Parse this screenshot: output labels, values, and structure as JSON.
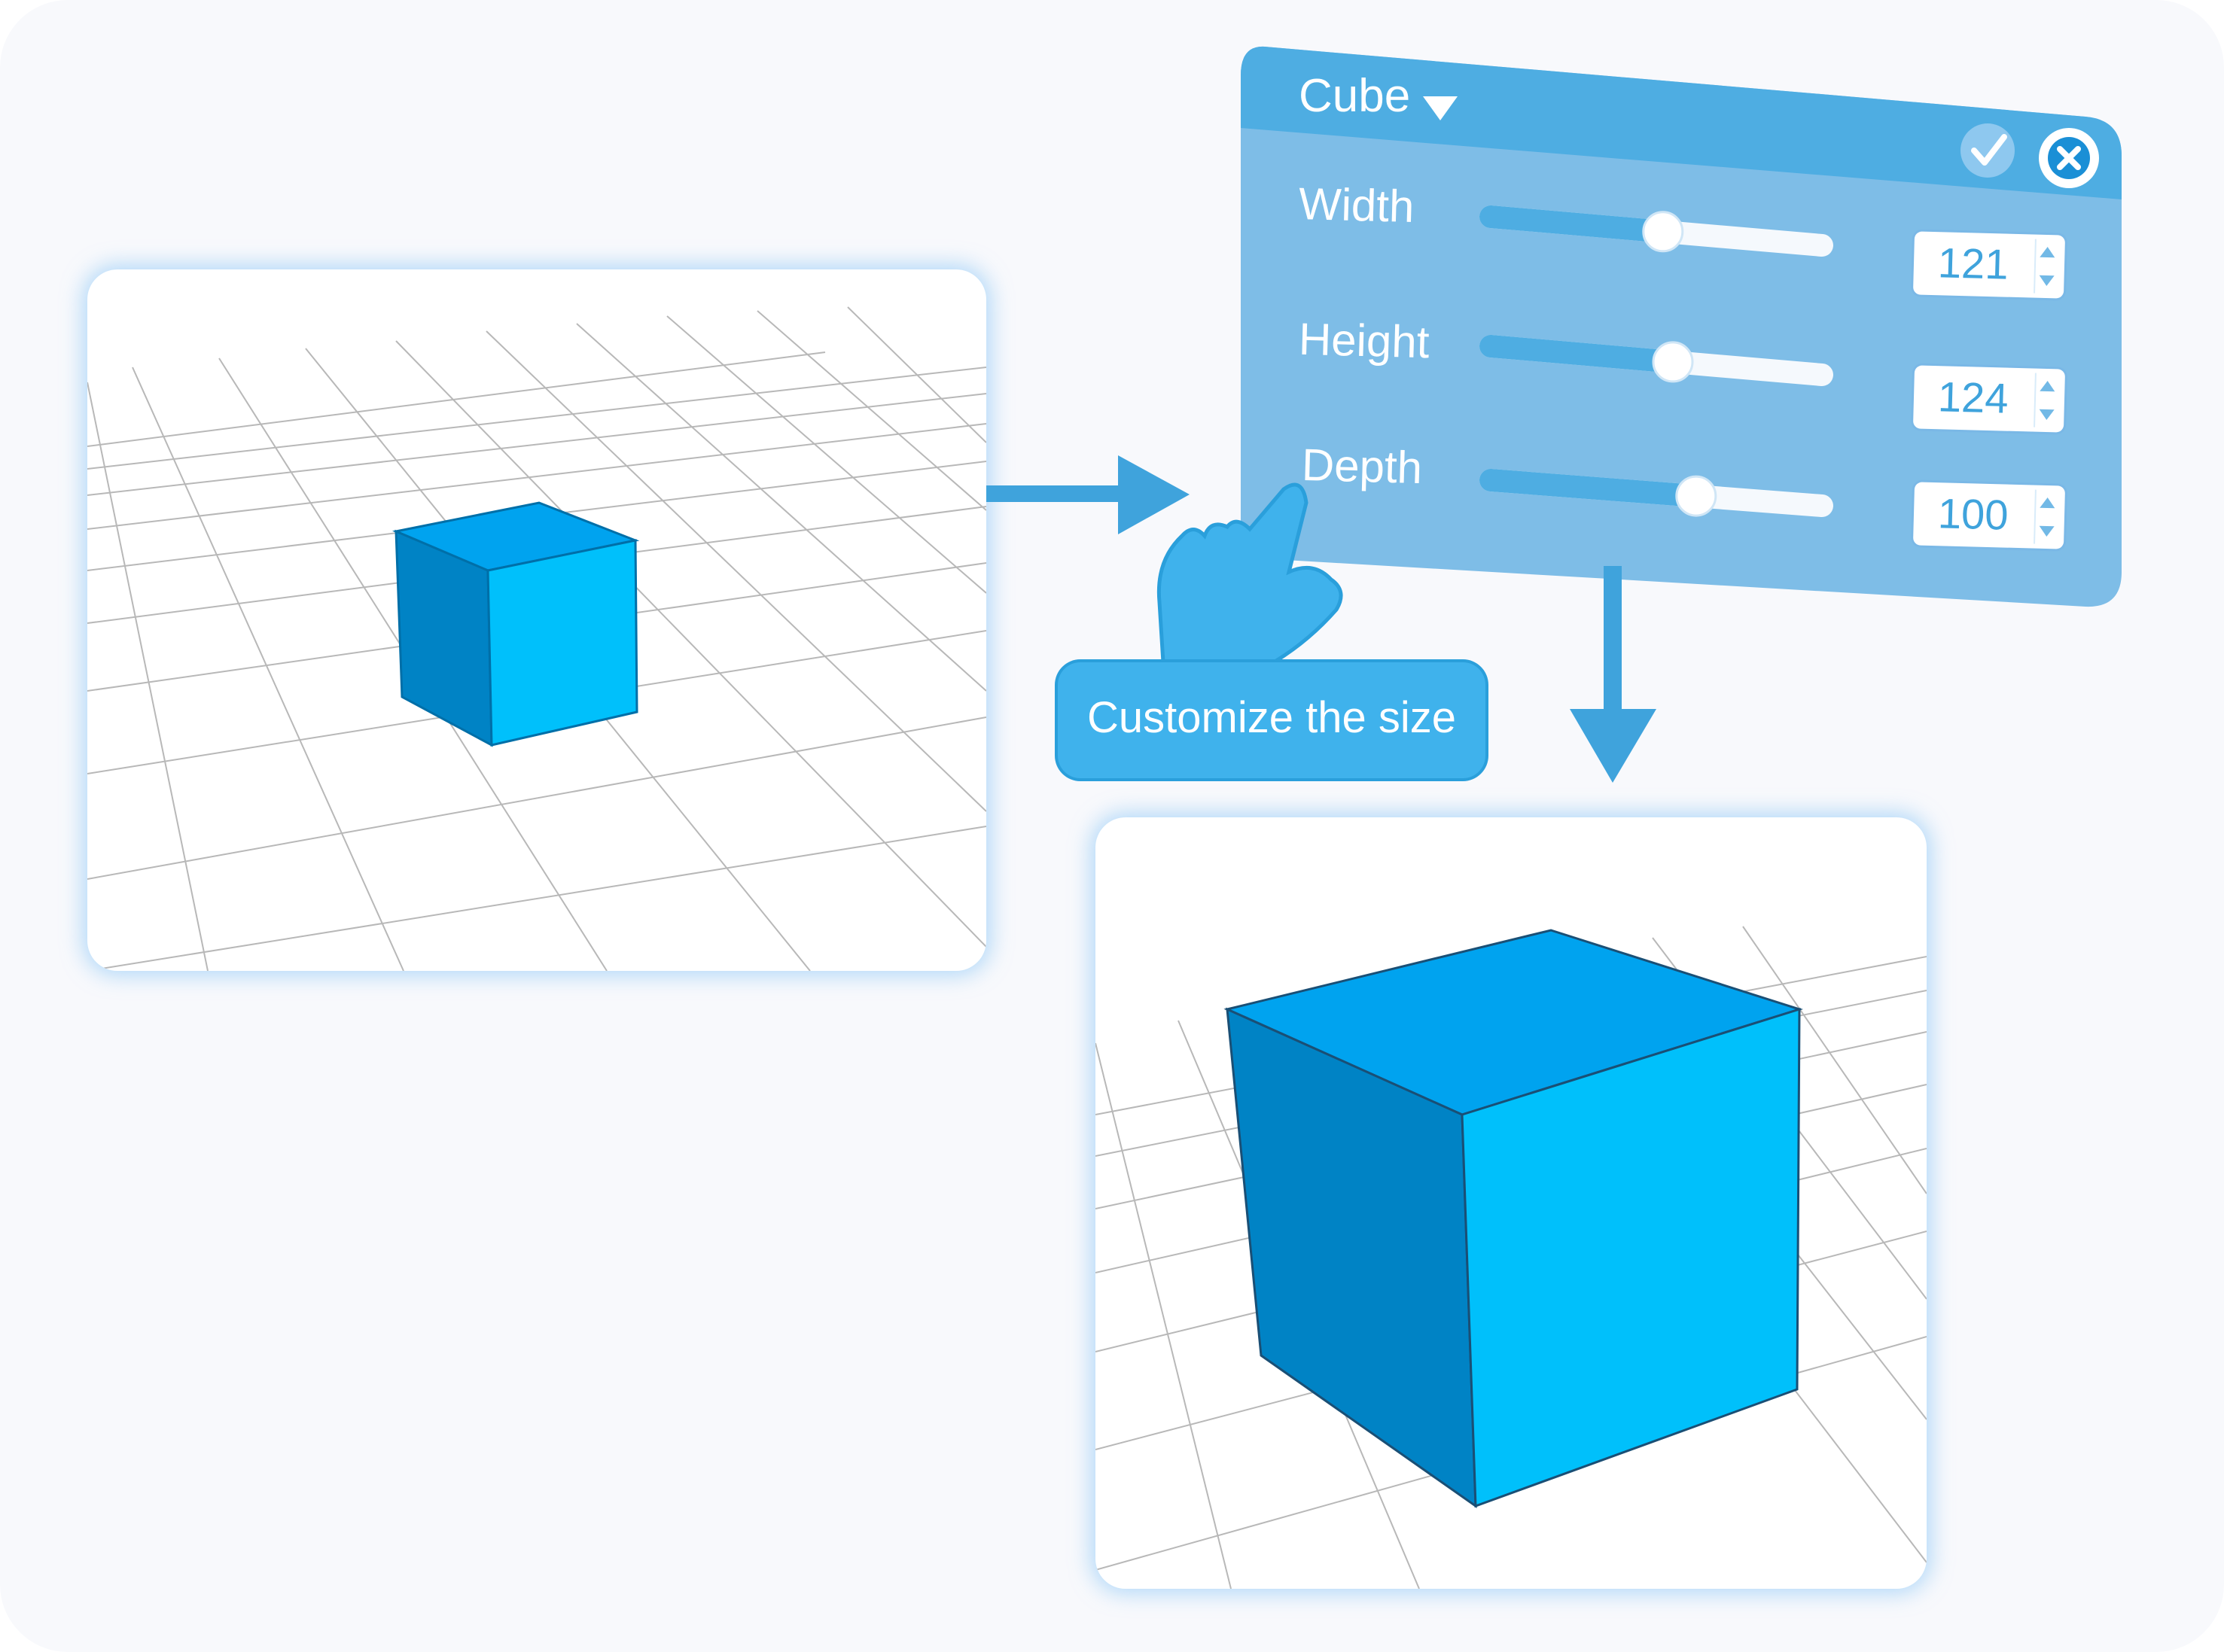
{
  "panel": {
    "title": "Cube",
    "fields": [
      {
        "label": "Width",
        "value": "121",
        "slider_level": 0.52
      },
      {
        "label": "Height",
        "value": "124",
        "slider_level": 0.55
      },
      {
        "label": "Depth",
        "value": "100",
        "slider_level": 0.62
      }
    ],
    "confirm_icon": "checkmark-icon",
    "close_icon": "close-icon",
    "dropdown_icon": "chevron-down-icon"
  },
  "caption": "Customize the size",
  "icons": {
    "pointer": "hand-pointer-icon",
    "arrow_right": "arrow-right-icon",
    "arrow_down": "arrow-down-icon"
  },
  "colors": {
    "panel_header": "#4eade2",
    "panel_body": "#7ebde7",
    "cube_top": "#00a3ef",
    "cube_left": "#0083c5",
    "cube_right": "#00c0fb",
    "accent": "#3fb2ec"
  }
}
